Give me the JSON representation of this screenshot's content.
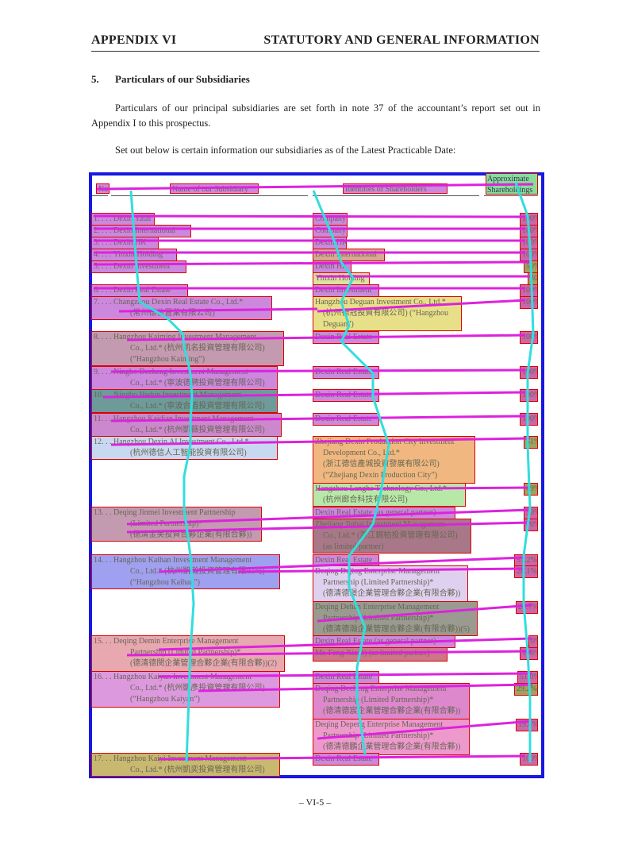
{
  "header": {
    "left": "APPENDIX VI",
    "right": "STATUTORY AND GENERAL INFORMATION"
  },
  "section": {
    "number": "5.",
    "title": "Particulars of our Subsidiaries",
    "para1": "Particulars of our principal subsidiaries are set forth in note 37 of the accountant’s report set out in Appendix I to this prospectus.",
    "para2": "Set out below is certain information our subsidiaries as of the Latest Practicable Date:"
  },
  "table": {
    "col_no": "No.",
    "col_name": "Name of our Subsidiary",
    "col_shareholders": "Identities of Shareholders",
    "col_approx_1": "Approximate",
    "col_approx_2": "Shareholdings"
  },
  "cells": [
    {
      "id": "c01",
      "lines": [
        "1. . . . Dexin Yatai"
      ],
      "bg": "#cc88dd"
    },
    {
      "id": "c02",
      "lines": [
        "2. . . . Dexin International"
      ],
      "bg": "#cc88dd"
    },
    {
      "id": "c03",
      "lines": [
        "3. . . . Dexin HK"
      ],
      "bg": "#cc88dd"
    },
    {
      "id": "c04",
      "lines": [
        "4. . . . Yinxin Holding"
      ],
      "bg": "#cc88dd"
    },
    {
      "id": "c05",
      "lines": [
        "5. . . . Dexin Investment"
      ],
      "bg": "#cc88dd"
    },
    {
      "id": "c06",
      "lines": [
        "6. . . . Dexin Real Estate"
      ],
      "bg": "#cc88dd"
    },
    {
      "id": "c07",
      "lines": [
        "7. . . . Changzhou Dexin Real Estate Co., Ltd.*",
        "(常州德信置業有限公司)"
      ],
      "bg": "#cc88dd"
    },
    {
      "id": "c08",
      "lines": [
        "8. . . . Hangzhou Kaiming Investment Management",
        "Co., Ltd.* (杭州凱名投資管理有限公司)",
        "(“Hangzhou Kaiming”)"
      ],
      "bg": "#c49ab0"
    },
    {
      "id": "c09",
      "lines": [
        "9. . . . Ningbo Decheng Investment Management",
        "Co., Ltd.* (寧波德騁投資管理有限公司)"
      ],
      "bg": "#cc88dd"
    },
    {
      "id": "c10",
      "lines": [
        "10. . . Ningbo Hedun Investment Management",
        "Co., Ltd.* (寧波合盾投資管理有限公司)"
      ],
      "bg": "#6e9a9a"
    },
    {
      "id": "c11",
      "lines": [
        "11. . . Hangzhou Kaidian Investment Management",
        "Co., Ltd.* (杭州凱薇投資管理有限公司)"
      ],
      "bg": "#cc88cc"
    },
    {
      "id": "c12",
      "lines": [
        "12. . . Hangzhou Dexin AI Investment Co., Ltd.*",
        "(杭州德信人工智能投資有限公司)"
      ],
      "bg": "#c8d8f0"
    },
    {
      "id": "c13",
      "lines": [
        "13. . . Deqing Jinmei Investment Partnership",
        "(Limited Partnership)*",
        "(德清金美投資合夥企業(有限合夥))"
      ],
      "bg": "#c49ab0"
    },
    {
      "id": "c14",
      "lines": [
        "14. . . Hangzhou Kaihan Investment Management",
        "Co., Ltd.* (杭州凱瀚投資管理有限公司)",
        "(“Hangzhou Kaihan”)"
      ],
      "bg": "#a0a0f0"
    },
    {
      "id": "c15",
      "lines": [
        "15. . . Deqing Demin Enterprise Management",
        "Partnership (Limited Partnership)*",
        "(德清德閔企業管理合夥企業(有限合夥))(2)"
      ],
      "bg": "#e8a8b0"
    },
    {
      "id": "c16",
      "lines": [
        "16. . . Hangzhou Kaiyan Investment Management",
        "Co., Ltd.* (杭州凱彥投資管理有限公司)",
        "(“Hangzhou Kaiyan”)"
      ],
      "bg": "#dd99dd"
    },
    {
      "id": "c17",
      "lines": [
        "17. . . Hangzhou Kaiyi Investment Management",
        "Co., Ltd.* (杭州凱奕投資管理有限公司)"
      ],
      "bg": "#c8b870"
    },
    {
      "id": "s01",
      "lines": [
        "Company"
      ],
      "bg": "#cc88dd"
    },
    {
      "id": "s02",
      "lines": [
        "Company"
      ],
      "bg": "#cc88dd"
    },
    {
      "id": "s03",
      "lines": [
        "Dexin HK"
      ],
      "bg": "#cc88dd"
    },
    {
      "id": "s04",
      "lines": [
        "Dexin International"
      ],
      "bg": "#d8a890"
    },
    {
      "id": "s05",
      "lines": [
        "Dexin HK"
      ],
      "bg": "#cc88dd"
    },
    {
      "id": "s05b",
      "lines": [
        "Yinxin Holding"
      ],
      "bg": "#e0e0a0"
    },
    {
      "id": "s06",
      "lines": [
        "Dexin Investment"
      ],
      "bg": "#cc88dd"
    },
    {
      "id": "s07",
      "lines": [
        "Hangzhou Deguan Investment Co., Ltd.*",
        "(杭州德冠投資有限公司) (“Hangzhou",
        "Deguan”)"
      ],
      "bg": "#e8e088"
    },
    {
      "id": "s08",
      "lines": [
        "Dexin Real Estate"
      ],
      "bg": "#cc88dd"
    },
    {
      "id": "s09",
      "lines": [
        "Dexin Real Estate"
      ],
      "bg": "#cc88dd"
    },
    {
      "id": "s10",
      "lines": [
        "Dexin Real Estate"
      ],
      "bg": "#cc88dd"
    },
    {
      "id": "s11",
      "lines": [
        "Dexin Real Estate"
      ],
      "bg": "#cc88dd"
    },
    {
      "id": "s12",
      "lines": [
        "Zhejiang Dexin Production City Investment",
        "Development Co., Ltd.*",
        "(浙江德信產城投資發展有限公司)",
        "(“Zhejiang Dexin Production City”)"
      ],
      "bg": "#f0b880"
    },
    {
      "id": "s12b",
      "lines": [
        "Hangzhou Langhe Technology Co., Ltd.*",
        "(杭州廊合科技有限公司)"
      ],
      "bg": "#b8e8a8"
    },
    {
      "id": "s13",
      "lines": [
        "Dexin Real Estate (as general partner)"
      ],
      "bg": "#cc88dd"
    },
    {
      "id": "s13b",
      "lines": [
        "Zhejiang Jinbai Investment Management",
        "Co., Ltd.* (浙江錦柏投資管理有限公司)",
        "(as limited partner)"
      ],
      "bg": "#a87888"
    },
    {
      "id": "s14",
      "lines": [
        "Dexin Real Estate"
      ],
      "bg": "#cc88dd"
    },
    {
      "id": "s14b",
      "lines": [
        "Deqing Dejing Enterprise Management",
        "Partnership (Limited Partnership)*",
        "(德清德璟企業管理合夥企業(有限合夥))"
      ],
      "bg": "#e0d0f0"
    },
    {
      "id": "s14c",
      "lines": [
        "Deqing Dehan Enterprise Management",
        "Partnership (Limited Partnership)*",
        "(德清德瀚企業管理合夥企業(有限合夥))(5)"
      ],
      "bg": "#9a9a90"
    },
    {
      "id": "s15",
      "lines": [
        "Dexin Real Estate (as general partner)"
      ],
      "bg": "#cc88dd"
    },
    {
      "id": "s15b",
      "lines": [
        "Mr. Feng Xia(3) (as limited partner)"
      ],
      "bg": "#cc7788"
    },
    {
      "id": "s16",
      "lines": [
        "Dexin Real Estate"
      ],
      "bg": "#cc88dd"
    },
    {
      "id": "s16b",
      "lines": [
        "Deqing Decheng Enterprise Management",
        "Partnership (Limited Partnership)*",
        "(德清德宸企業管理合夥企業(有限合夥))"
      ],
      "bg": "#dd88cc"
    },
    {
      "id": "s16c",
      "lines": [
        "Deqing Depeng Enterprise Management",
        "Partnership (Limited Partnership)*",
        "(德清德鵬企業管理合夥企業(有限合夥))"
      ],
      "bg": "#ee99cc"
    },
    {
      "id": "s17",
      "lines": [
        "Dexin Real Estate"
      ],
      "bg": "#cc88dd"
    },
    {
      "id": "p01",
      "lines": [
        "100%"
      ],
      "bg": "#cc66aa"
    },
    {
      "id": "p02",
      "lines": [
        "100%"
      ],
      "bg": "#cc66aa"
    },
    {
      "id": "p03",
      "lines": [
        "100%"
      ],
      "bg": "#cc66aa"
    },
    {
      "id": "p04",
      "lines": [
        "100%"
      ],
      "bg": "#cc66aa"
    },
    {
      "id": "p05",
      "lines": [
        "50%"
      ],
      "bg": "#a0a060"
    },
    {
      "id": "p05b",
      "lines": [
        "50%"
      ],
      "bg": "#a0a060"
    },
    {
      "id": "p06",
      "lines": [
        "100%"
      ],
      "bg": "#cc66aa"
    },
    {
      "id": "p07",
      "lines": [
        "100%"
      ],
      "bg": "#cc66aa"
    },
    {
      "id": "p08",
      "lines": [
        "100%"
      ],
      "bg": "#cc66aa"
    },
    {
      "id": "p09",
      "lines": [
        "100%"
      ],
      "bg": "#cc66aa"
    },
    {
      "id": "p10",
      "lines": [
        "100%"
      ],
      "bg": "#cc66aa"
    },
    {
      "id": "p11",
      "lines": [
        "100%"
      ],
      "bg": "#cc66aa"
    },
    {
      "id": "p12",
      "lines": [
        "51%"
      ],
      "bg": "#a0a060"
    },
    {
      "id": "p12b",
      "lines": [
        "49%"
      ],
      "bg": "#a0a060"
    },
    {
      "id": "p13",
      "lines": [
        "30%"
      ],
      "bg": "#cc66aa"
    },
    {
      "id": "p13b",
      "lines": [
        "70%"
      ],
      "bg": "#cc66aa"
    },
    {
      "id": "p14",
      "lines": [
        "51.2%"
      ],
      "bg": "#cc66aa"
    },
    {
      "id": "p14b",
      "lines": [
        "28.1%"
      ],
      "bg": "#cc66aa"
    },
    {
      "id": "p14c",
      "lines": [
        "20.7%"
      ],
      "bg": "#cc66aa"
    },
    {
      "id": "p15",
      "lines": [
        "0%"
      ],
      "bg": "#cc66aa"
    },
    {
      "id": "p15b",
      "lines": [
        "100%"
      ],
      "bg": "#cc66aa"
    },
    {
      "id": "p16",
      "lines": [
        "51.0%"
      ],
      "bg": "#cc66aa"
    },
    {
      "id": "p16b",
      "lines": [
        "29.2%"
      ],
      "bg": "#a0a060"
    },
    {
      "id": "p16c",
      "lines": [
        "19.8%"
      ],
      "bg": "#cc66aa"
    },
    {
      "id": "p17",
      "lines": [
        "100%"
      ],
      "bg": "#cc66aa"
    }
  ],
  "colors": {
    "table_border": "#1818e0",
    "box_border": "#dd0000",
    "reading_order_line": "#dd22dd",
    "column_trace_line": "#33dddd"
  },
  "footer": "– VI-5 –"
}
